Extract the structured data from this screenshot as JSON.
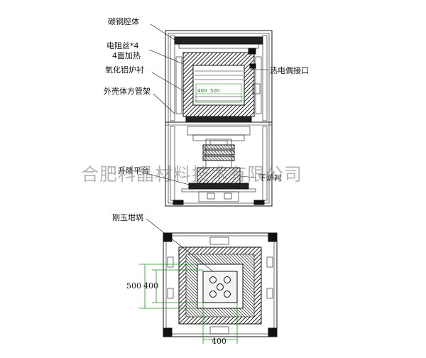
{
  "labels": {
    "carbon_steel_chamber": "碳钢腔体",
    "resistance_wire": "电阻丝*4",
    "four_side_heating": "4面加热",
    "alumina_lining": "氧化铝炉衬",
    "outer_square_tube_frame": "外壳体方管架",
    "thermocouple_port": "热电偶接口",
    "lifting_platform": "升降平台",
    "lower_lining": "下炉衬",
    "corundum_crucible": "刚玉坩埚"
  },
  "watermark": "合肥科晶材料技术有限公司",
  "dimensions": {
    "front_inner_width": "500",
    "front_inner_small": "400",
    "top_outer_height": "500",
    "top_inner_height": "400",
    "top_bottom_width": "400"
  },
  "colors": {
    "line": "#111111",
    "hatch": "#2a2a2a",
    "dimension": "#1a9a1a",
    "watermark": "#8a8a8a"
  }
}
